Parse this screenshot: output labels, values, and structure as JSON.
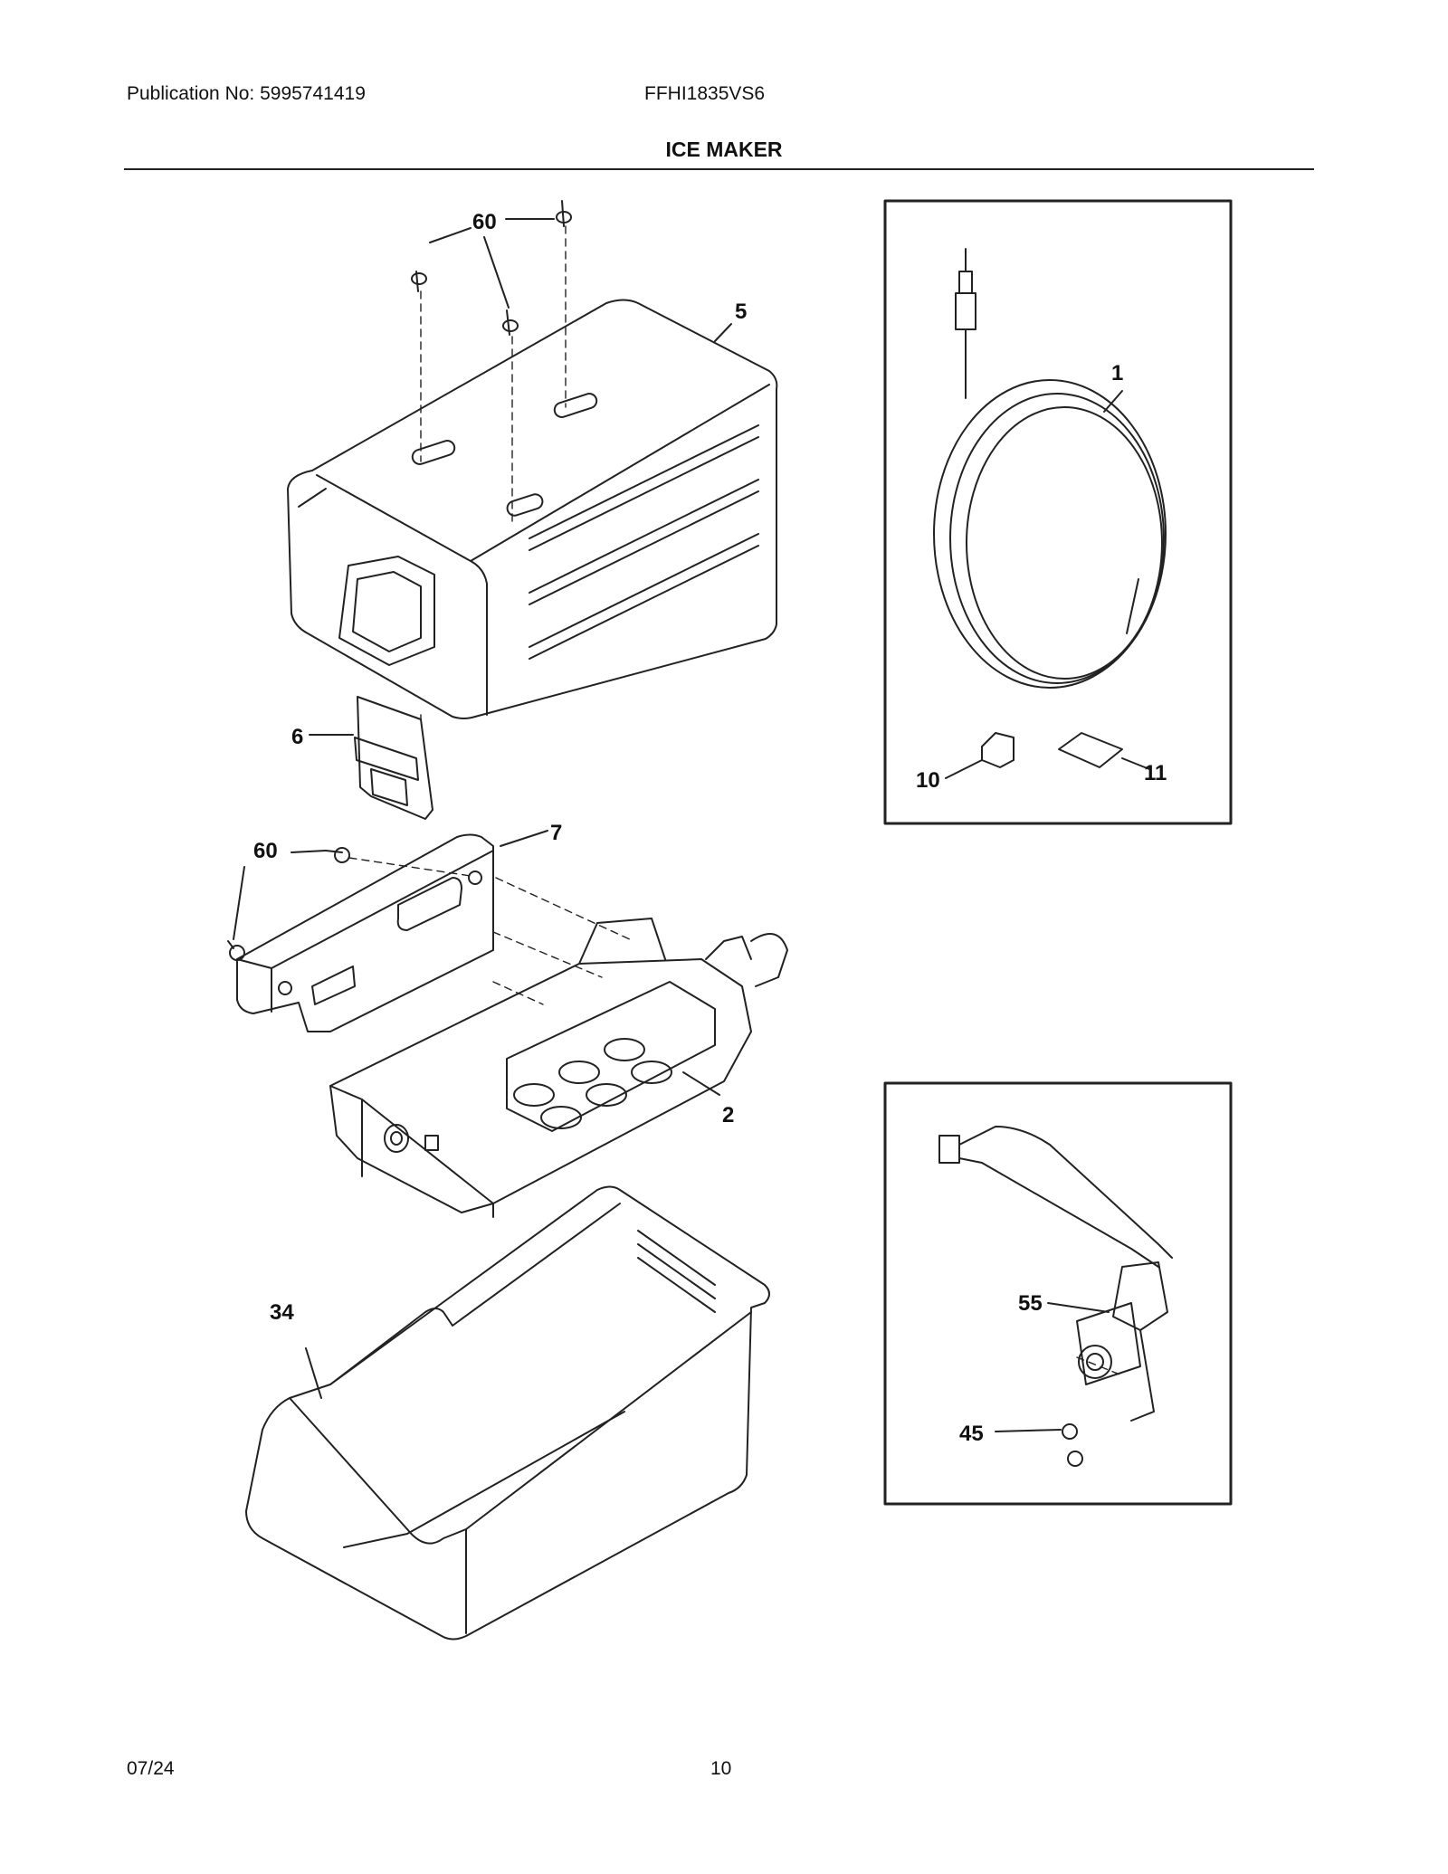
{
  "header": {
    "publication": "Publication No: 5995741419",
    "model": "FFHI1835VS6"
  },
  "title": "ICE MAKER",
  "footer": {
    "date": "07/24",
    "page": "10"
  },
  "callouts": {
    "c60_top": "60",
    "c5": "5",
    "c6": "6",
    "c60_mid": "60",
    "c7": "7",
    "c2": "2",
    "c34": "34",
    "c1": "1",
    "c10": "10",
    "c11": "11",
    "c55": "55",
    "c45": "45"
  },
  "colors": {
    "line": "#222222",
    "background": "#ffffff"
  }
}
